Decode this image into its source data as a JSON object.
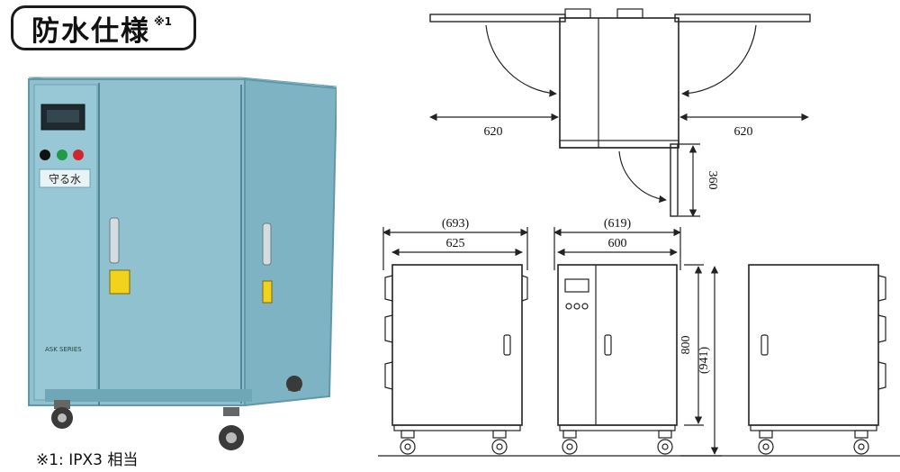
{
  "title": {
    "main": "防水仕様",
    "sup": "※1"
  },
  "footnote": "※1: IPX3 相当",
  "photo": {
    "panel_sign": "守る水",
    "brand_text": "ASK SERIES"
  },
  "top_view": {
    "left_door_swing": "620",
    "right_door_swing": "620",
    "bottom_door_swing": "360"
  },
  "side_view": {
    "overall_width": "(693)",
    "body_width": "625"
  },
  "front_view": {
    "overall_width": "(619)",
    "body_width": "600",
    "body_height": "800",
    "overall_height": "(941)"
  },
  "colors": {
    "cabinet": "#8fc1cf",
    "cabinet_dark": "#5f98a8",
    "line": "#222222"
  }
}
